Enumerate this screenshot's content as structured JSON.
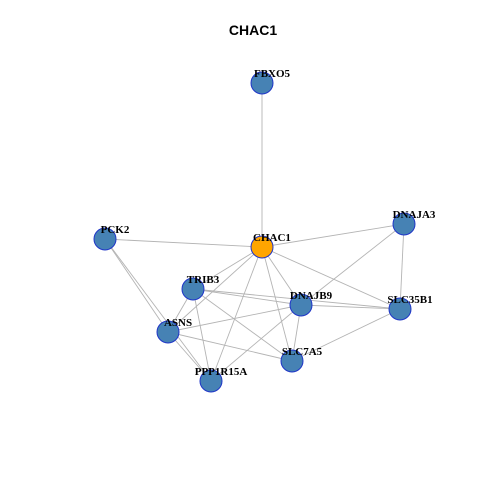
{
  "title": "CHAC1",
  "colors": {
    "center_fill": "#FFA500",
    "node_fill": "#4682B4",
    "node_stroke": "#1F35C8",
    "edge": "#B4B4B4"
  },
  "nodes": [
    {
      "id": "FBXO5",
      "label": "FBXO5",
      "center": false
    },
    {
      "id": "PCK2",
      "label": "PCK2",
      "center": false
    },
    {
      "id": "CHAC1",
      "label": "CHAC1",
      "center": true
    },
    {
      "id": "DNAJA3",
      "label": "DNAJA3",
      "center": false
    },
    {
      "id": "TRIB3",
      "label": "TRIB3",
      "center": false
    },
    {
      "id": "DNAJB9",
      "label": "DNAJB9",
      "center": false
    },
    {
      "id": "SLC35B1",
      "label": "SLC35B1",
      "center": false
    },
    {
      "id": "ASNS",
      "label": "ASNS",
      "center": false
    },
    {
      "id": "SLC7A5",
      "label": "SLC7A5",
      "center": false
    },
    {
      "id": "PPP1R15A",
      "label": "PPP1R15A",
      "center": false
    }
  ],
  "edges": [
    [
      "FBXO5",
      "CHAC1"
    ],
    [
      "PCK2",
      "CHAC1"
    ],
    [
      "PCK2",
      "ASNS"
    ],
    [
      "PCK2",
      "PPP1R15A"
    ],
    [
      "CHAC1",
      "DNAJA3"
    ],
    [
      "CHAC1",
      "TRIB3"
    ],
    [
      "CHAC1",
      "DNAJB9"
    ],
    [
      "CHAC1",
      "SLC35B1"
    ],
    [
      "CHAC1",
      "ASNS"
    ],
    [
      "CHAC1",
      "SLC7A5"
    ],
    [
      "CHAC1",
      "PPP1R15A"
    ],
    [
      "DNAJA3",
      "DNAJB9"
    ],
    [
      "DNAJA3",
      "SLC35B1"
    ],
    [
      "TRIB3",
      "DNAJB9"
    ],
    [
      "TRIB3",
      "ASNS"
    ],
    [
      "TRIB3",
      "SLC7A5"
    ],
    [
      "TRIB3",
      "SLC35B1"
    ],
    [
      "TRIB3",
      "PPP1R15A"
    ],
    [
      "DNAJB9",
      "SLC35B1"
    ],
    [
      "DNAJB9",
      "ASNS"
    ],
    [
      "DNAJB9",
      "SLC7A5"
    ],
    [
      "DNAJB9",
      "PPP1R15A"
    ],
    [
      "SLC35B1",
      "SLC7A5"
    ],
    [
      "ASNS",
      "SLC7A5"
    ],
    [
      "ASNS",
      "PPP1R15A"
    ]
  ]
}
